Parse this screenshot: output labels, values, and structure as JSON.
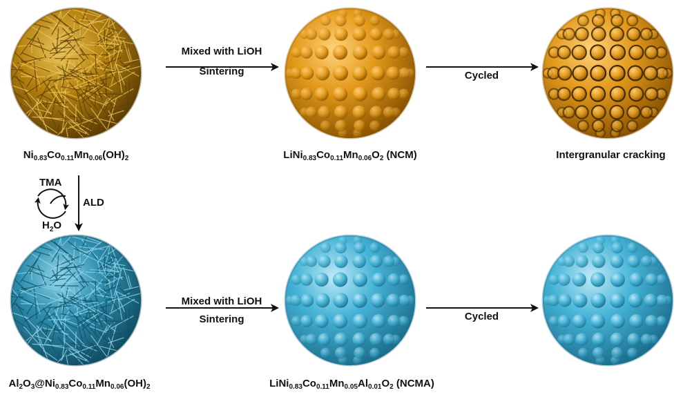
{
  "process_top": {
    "step1": {
      "line1": "Mixed with LiOH",
      "line2": "Sintering"
    },
    "step2": {
      "line1": "Cycled"
    }
  },
  "process_bottom": {
    "step1": {
      "line1": "Mixed with LiOH",
      "line2": "Sintering"
    },
    "step2": {
      "line1": "Cycled"
    }
  },
  "ald": {
    "label": "ALD",
    "reagent_top": "TMA",
    "reagent_bottom_main": "H",
    "reagent_bottom_sub": "2",
    "reagent_bottom_tail": "O"
  },
  "labels": {
    "precursor": [
      {
        "t": "Ni",
        "s": false
      },
      {
        "t": "0.83",
        "s": true
      },
      {
        "t": "Co",
        "s": false
      },
      {
        "t": "0.11",
        "s": true
      },
      {
        "t": "Mn",
        "s": false
      },
      {
        "t": "0.06",
        "s": true
      },
      {
        "t": "(OH)",
        "s": false
      },
      {
        "t": "2",
        "s": true
      }
    ],
    "ncm": [
      {
        "t": "LiNi",
        "s": false
      },
      {
        "t": "0.83",
        "s": true
      },
      {
        "t": "Co",
        "s": false
      },
      {
        "t": "0.11",
        "s": true
      },
      {
        "t": "Mn",
        "s": false
      },
      {
        "t": "0.06",
        "s": true
      },
      {
        "t": "O",
        "s": false
      },
      {
        "t": "2",
        "s": true
      },
      {
        "t": " (NCM)",
        "s": false
      }
    ],
    "cracking": [
      {
        "t": "Intergranular cracking",
        "s": false
      }
    ],
    "coated_precursor": [
      {
        "t": "Al",
        "s": false
      },
      {
        "t": "2",
        "s": true
      },
      {
        "t": "O",
        "s": false
      },
      {
        "t": "3",
        "s": true
      },
      {
        "t": "@Ni",
        "s": false
      },
      {
        "t": "0.83",
        "s": true
      },
      {
        "t": "Co",
        "s": false
      },
      {
        "t": "0.11",
        "s": true
      },
      {
        "t": "Mn",
        "s": false
      },
      {
        "t": "0.06",
        "s": true
      },
      {
        "t": "(OH)",
        "s": false
      },
      {
        "t": "2",
        "s": true
      }
    ],
    "ncma": [
      {
        "t": "LiNi",
        "s": false
      },
      {
        "t": "0.83",
        "s": true
      },
      {
        "t": "Co",
        "s": false
      },
      {
        "t": "0.11",
        "s": true
      },
      {
        "t": "Mn",
        "s": false
      },
      {
        "t": "0.05",
        "s": true
      },
      {
        "t": "Al",
        "s": false
      },
      {
        "t": "0.01",
        "s": true
      },
      {
        "t": "O",
        "s": false
      },
      {
        "t": "2",
        "s": true
      },
      {
        "t": " (NCMA)",
        "s": false
      }
    ]
  },
  "colors": {
    "orange_base": "#e39a1c",
    "orange_dark": "#8a5400",
    "orange_light": "#ffd27a",
    "gold_base": "#b88412",
    "gold_dark": "#5e3f04",
    "blue_base": "#45b3d6",
    "blue_dark": "#1c6f8e",
    "blue_light": "#bfeaf7",
    "teal_base": "#2e8fae",
    "teal_dark": "#124f66",
    "crack": "#3b2400",
    "arrow": "#111111"
  }
}
